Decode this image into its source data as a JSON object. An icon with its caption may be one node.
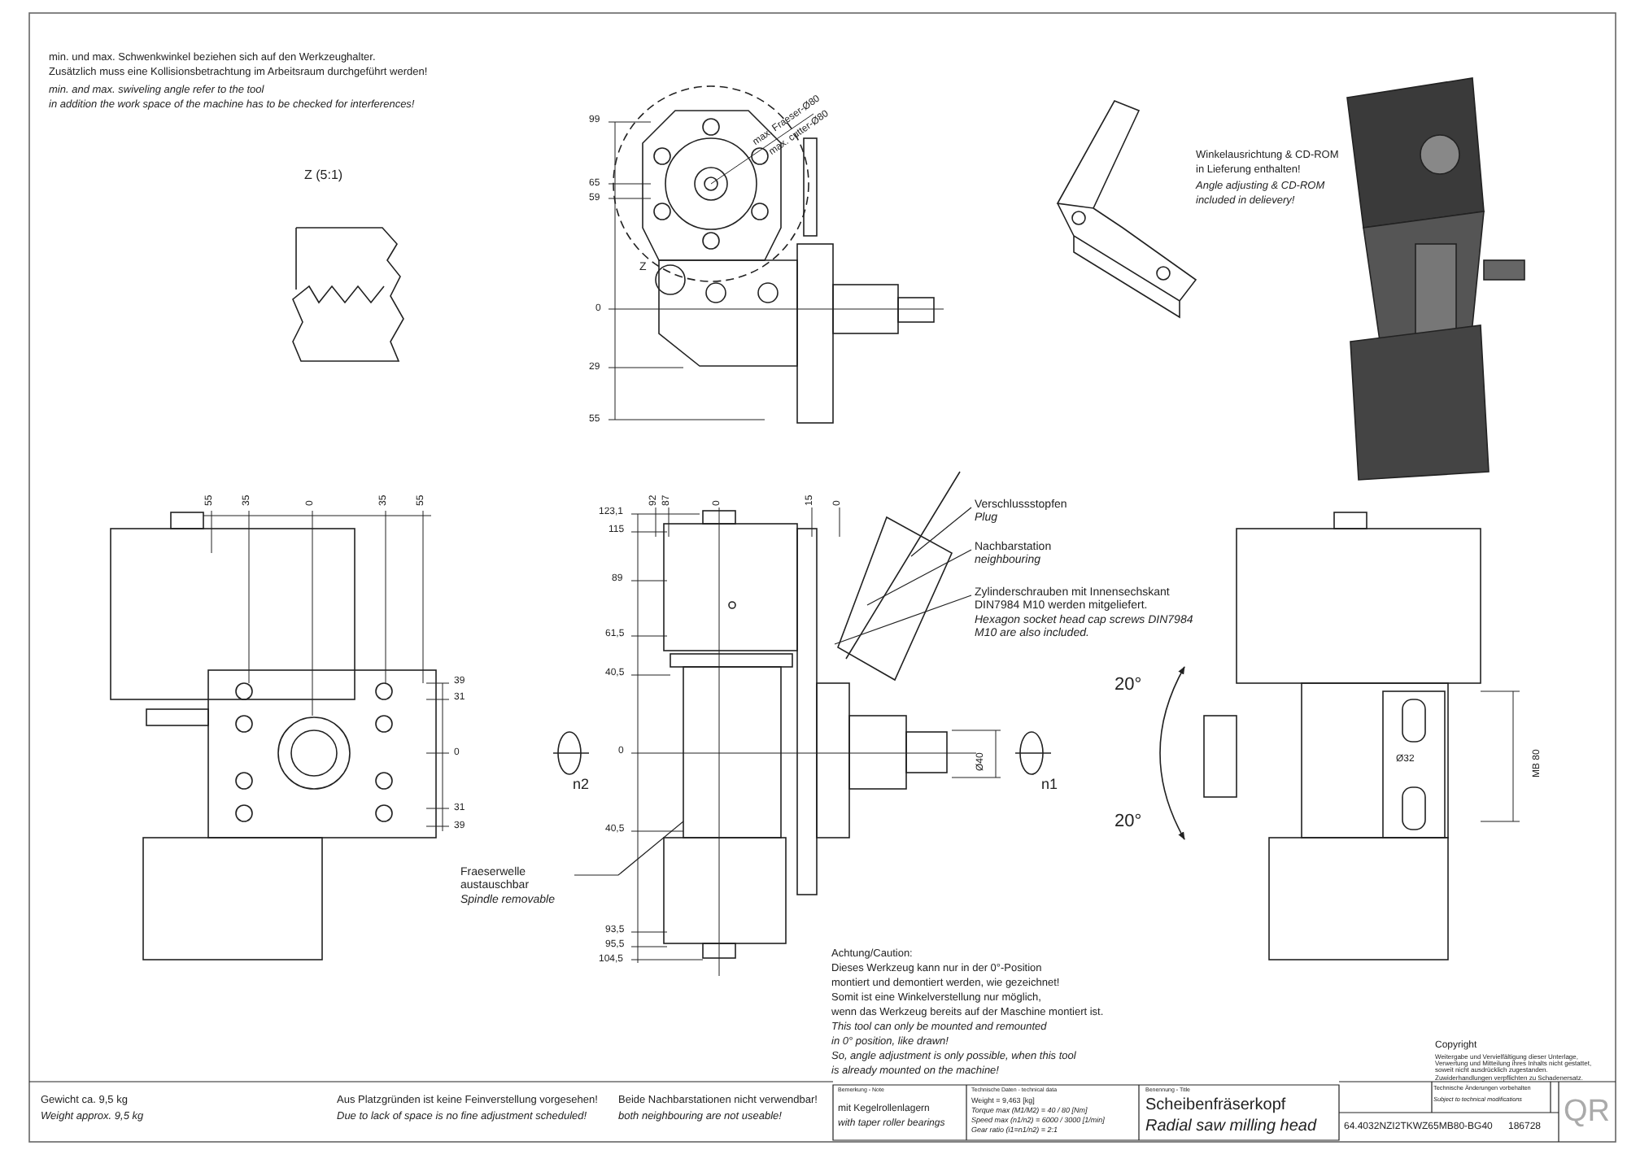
{
  "diagram": {
    "nodes": [
      {
        "text": [
          "Verschlussstopfen",
          "Plug"
        ]
      },
      {
        "text": [
          "Nachbarstation",
          "neighbouring"
        ]
      },
      {
        "text": [
          "Zylinderschrauben mit Innensechskant DIN7984 M10 werden mitgeliefert.",
          "Hexagon socket head cap screws DIN7984 M10 are also included."
        ]
      },
      {
        "text": [
          "Fraeserwelle austauschbar",
          "Spindle removable"
        ]
      }
    ],
    "edges": [
      {
        "from": 0,
        "to": null,
        "arrow": "none"
      },
      {
        "from": 1,
        "to": null,
        "arrow": "none"
      },
      {
        "from": 2,
        "to": null,
        "arrow": "none"
      },
      {
        "from": 3,
        "to": null,
        "arrow": "none"
      }
    ],
    "labels": [
      "min. und max. Schwenkwinkel beziehen sich auf den Werkzeughalter.",
      "Zusätzlich muss eine Kollisionsbetrachtung im Arbeitsraum durchgeführt werden!",
      "min. and max. swiveling angle refer to the tool",
      "in addition the work space of the machine has to be checked for interferences!",
      "Z (5:1)",
      "max. Fraeser-Ø80",
      "max. cutter-Ø80",
      "99",
      "65",
      "59",
      "0",
      "29",
      "55",
      "Z",
      "Winkelausrichtung & CD-ROM",
      "in Lieferung enthalten!",
      "Angle adjusting & CD-ROM",
      "included in delievery!",
      "55",
      "35",
      "0",
      "35",
      "55",
      "39",
      "31",
      "0",
      "31",
      "39",
      "92",
      "87",
      "0",
      "15",
      "0",
      "123,1",
      "115",
      "89",
      "61,5",
      "40,5",
      "0",
      "40,5",
      "93,5",
      "95,5",
      "104,5",
      "n2",
      "Ø40",
      "n1",
      "20°",
      "20°",
      "Ø32",
      "MB 80",
      "Achtung/Caution:",
      "Dieses Werkzeug kann nur in der 0°-Position",
      "montiert und demontiert werden, wie gezeichnet!",
      "Somit ist eine Winkelverstellung nur möglich,",
      "wenn das Werkzeug bereits auf der Maschine montiert ist.",
      "This tool can only be mounted and remounted",
      "in 0° position, like drawn!",
      "So, angle adjustment is only possible, when this tool",
      "is already mounted on the machine!",
      "Gewicht ca. 9,5 kg",
      "Weight approx. 9,5 kg",
      "Aus Platzgründen ist keine Feinverstellung vorgesehen!",
      "Due to lack of space is no fine adjustment scheduled!",
      "Beide Nachbarstationen nicht verwendbar!",
      "both neighbouring are not useable!",
      "Bemerkung - Note",
      "mit Kegelrollenlagern",
      "with taper roller bearings",
      "Technische Daten - technical data",
      "Weight = 9,463 [kg]",
      "Torque max (M1/M2) = 40 / 80 [Nm]",
      "Speed max (n1/n2) = 6000 / 3000 [1/min]",
      "Gear ratio (i1=n1/n2) = 2:1",
      "Benennung - Title",
      "Scheibenfräserkopf",
      "Radial saw milling head",
      "Copyright",
      "Weitergabe und Vervielfältigung dieser Unterlage, Verwertung und Mitteilung ihres Inhalts nicht gestattet, soweit nicht ausdrücklich zugestanden. Zuwiderhandlungen verpflichten zu Schadenersatz.",
      "Technische Änderungen vorbehalten",
      "Subject to technical modifications",
      "64.4032NZI2TKWZ65MB80-BG40",
      "186728",
      "QR"
    ]
  }
}
